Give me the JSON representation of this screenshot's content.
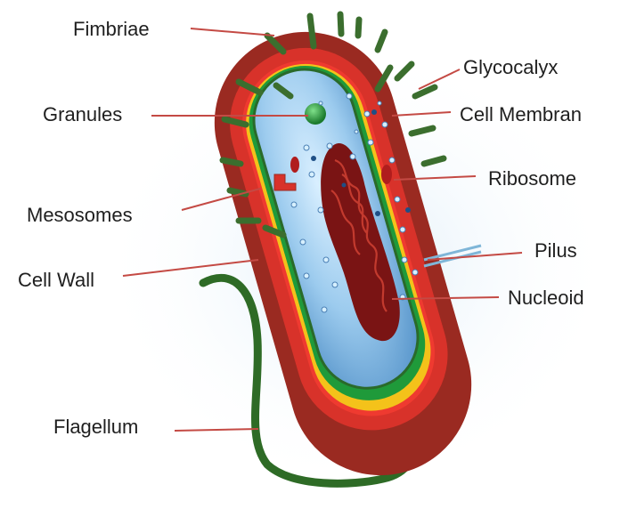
{
  "labels": {
    "fimbriae": "Fimbriae",
    "glycocalyx": "Glycocalyx",
    "granules": "Granules",
    "cell_membrane": "Cell Membran",
    "ribosome": "Ribosome",
    "mesosomes": "Mesosomes",
    "pilus": "Pilus",
    "cell_wall": "Cell Wall",
    "nucleoid": "Nucleoid",
    "flagellum": "Flagellum"
  },
  "colors": {
    "capsule": "#9a2a21",
    "cell_wall": "#d8322a",
    "membrane_red": "#ef3a30",
    "cytoplasm": "#8fc3ea",
    "cytoplasm_light": "#d6ecfb",
    "green_layer": "#1f9a3a",
    "yellow_layer": "#f4c21a",
    "nucleoid": "#7a1414",
    "appendage": "#3b6e2e",
    "flagellum": "#2e6b26",
    "leader": "#c44a44",
    "label_text": "#1f1f1f"
  }
}
